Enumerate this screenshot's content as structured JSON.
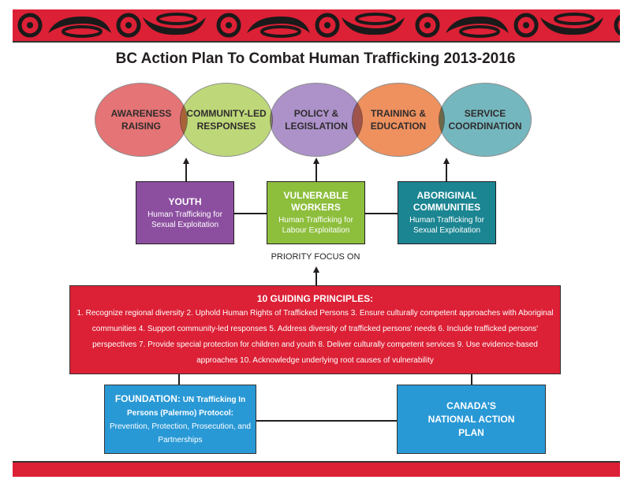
{
  "title": "BC Action Plan To Combat Human Trafficking 2013-2016",
  "colors": {
    "red": "#dc2035",
    "awareness": "#e36c6e",
    "community": "#bbd672",
    "policy": "#a88cc6",
    "training": "#ee8b56",
    "service": "#6db3bc",
    "youth": "#8c4fa0",
    "workers": "#8dbe3c",
    "aboriginal": "#1b8592",
    "blue": "#2999d6"
  },
  "pillars": [
    {
      "line1": "AWARENESS",
      "line2": "RAISING"
    },
    {
      "line1": "COMMUNITY-LED",
      "line2": "RESPONSES"
    },
    {
      "line1": "POLICY &",
      "line2": "LEGISLATION"
    },
    {
      "line1": "TRAINING &",
      "line2": "EDUCATION"
    },
    {
      "line1": "SERVICE",
      "line2": "COORDINATION"
    }
  ],
  "focus_areas": [
    {
      "heading": "YOUTH",
      "sub1": "Human Trafficking for",
      "sub2": "Sexual Exploitation"
    },
    {
      "heading": "VULNERABLE WORKERS",
      "sub1": "Human Trafficking for",
      "sub2": "Labour Exploitation"
    },
    {
      "heading": "ABORIGINAL COMMUNITIES",
      "sub1": "Human Trafficking for",
      "sub2": "Sexual Exploitation"
    }
  ],
  "priority_label": "PRIORITY FOCUS ON",
  "principles": {
    "heading": "10 GUIDING PRINCIPLES:",
    "text": "1. Recognize regional diversity 2. Uphold Human Rights of Trafficked Persons 3. Ensure culturally competent approaches with Aboriginal communities 4. Support community-led responses 5. Address diversity of trafficked persons' needs 6. Include trafficked persons' perspectives 7. Provide special protection for children and youth 8. Deliver culturally competent services 9. Use evidence-based approaches 10. Acknowledge underlying root causes of vulnerability"
  },
  "foundation": {
    "label": "FOUNDATION:",
    "bold_text": "UN Trafficking In Persons (Palermo) Protocol:",
    "text": "Prevention, Protection, Prosecution, and Partnerships"
  },
  "national_plan": "CANADA'S NATIONAL ACTION PLAN"
}
